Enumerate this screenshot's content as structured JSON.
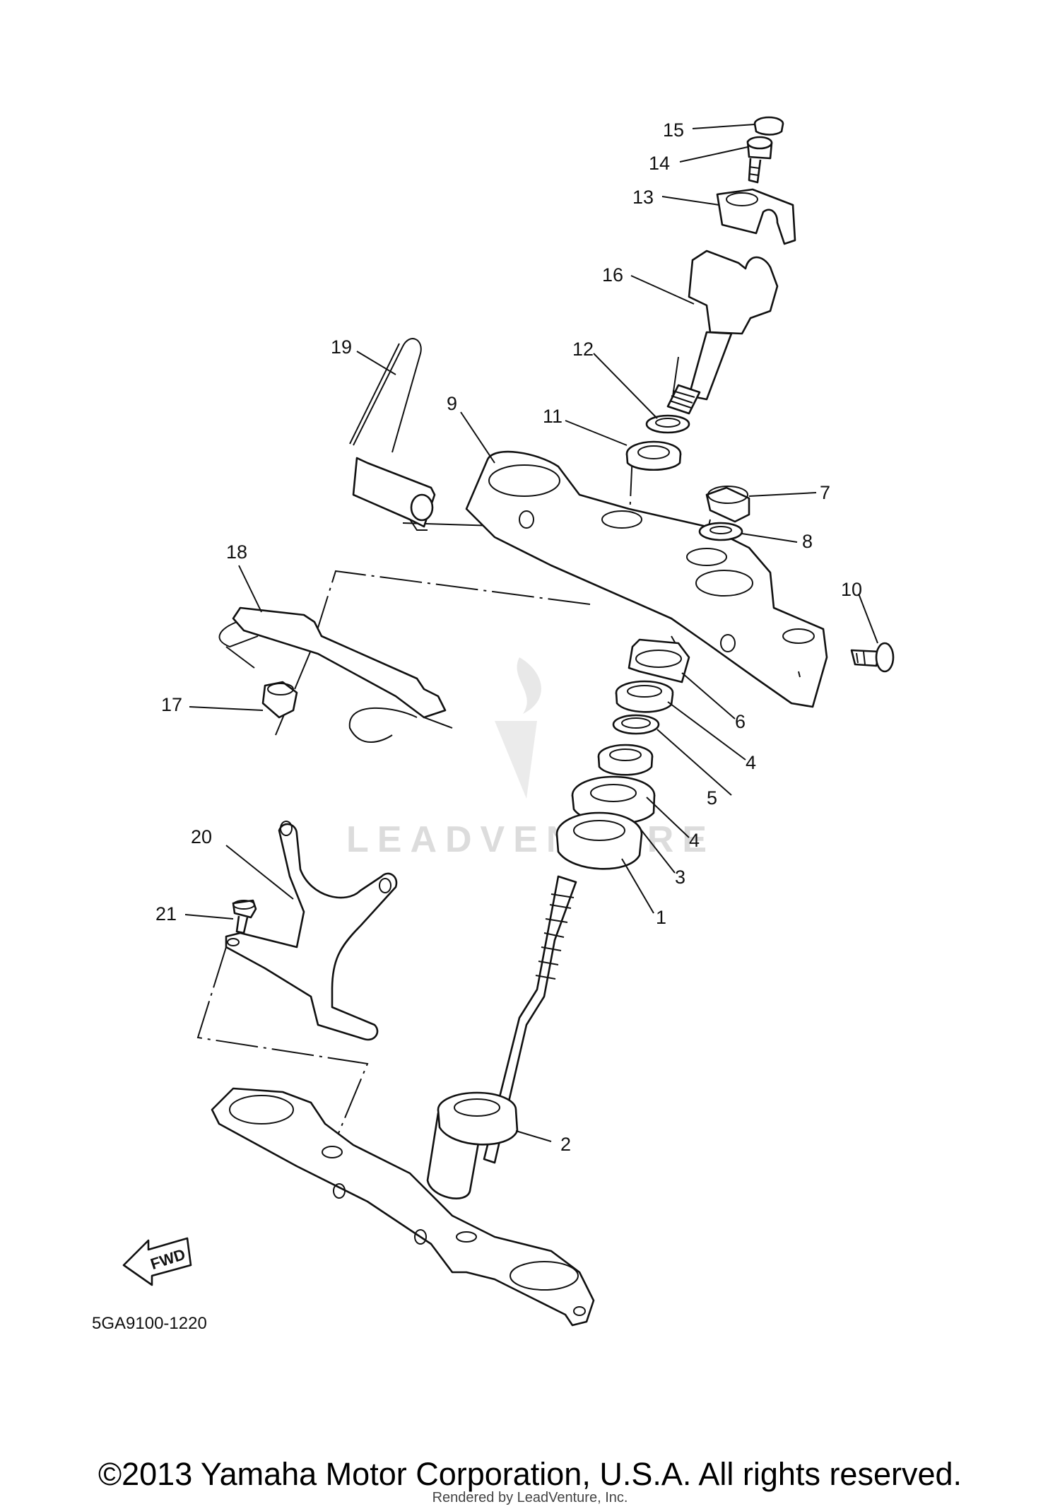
{
  "diagram": {
    "code": "5GA9100-1220",
    "fwd_label": "FWD",
    "watermark": "LEADVENTURE",
    "callouts": [
      {
        "num": "15",
        "name": "callout-15"
      },
      {
        "num": "14",
        "name": "callout-14"
      },
      {
        "num": "13",
        "name": "callout-13"
      },
      {
        "num": "16",
        "name": "callout-16"
      },
      {
        "num": "12",
        "name": "callout-12"
      },
      {
        "num": "19",
        "name": "callout-19"
      },
      {
        "num": "9",
        "name": "callout-9"
      },
      {
        "num": "11",
        "name": "callout-11"
      },
      {
        "num": "7",
        "name": "callout-7"
      },
      {
        "num": "8",
        "name": "callout-8"
      },
      {
        "num": "18",
        "name": "callout-18"
      },
      {
        "num": "10",
        "name": "callout-10"
      },
      {
        "num": "17",
        "name": "callout-17"
      },
      {
        "num": "6",
        "name": "callout-6"
      },
      {
        "num": "4",
        "name": "callout-4a"
      },
      {
        "num": "5",
        "name": "callout-5"
      },
      {
        "num": "4",
        "name": "callout-4b"
      },
      {
        "num": "20",
        "name": "callout-20"
      },
      {
        "num": "3",
        "name": "callout-3"
      },
      {
        "num": "21",
        "name": "callout-21"
      },
      {
        "num": "1",
        "name": "callout-1"
      },
      {
        "num": "2",
        "name": "callout-2"
      }
    ]
  },
  "footer": {
    "copyright": "©2013 Yamaha Motor Corporation, U.S.A. All rights reserved.",
    "rendered_by": "Rendered by LeadVenture, Inc."
  }
}
